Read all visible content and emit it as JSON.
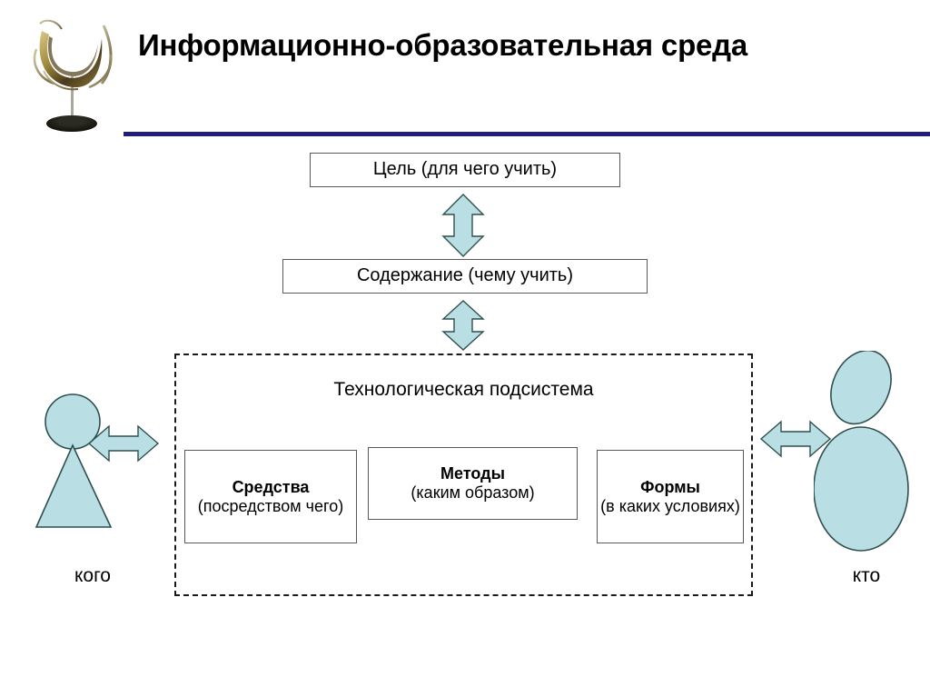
{
  "slide": {
    "title": "Информационно-образовательная среда",
    "accent_color": "#1f1f79",
    "shape_fill": "#b9dfe5",
    "shape_stroke": "#2f4f4f",
    "box_stroke": "#595959",
    "logo_alt": "decorative-sculpture-logo"
  },
  "diagram_data": {
    "type": "diagram",
    "title": "Информационно-образовательная среда",
    "nodes": [
      {
        "id": "goal",
        "label": "Цель (для чего учить)",
        "style": "solid-box"
      },
      {
        "id": "content",
        "label": "Содержание (чему учить)",
        "style": "solid-box"
      },
      {
        "id": "tech",
        "label": "Технологическая подсистема",
        "style": "dashed-container"
      },
      {
        "id": "means",
        "title": "Средства",
        "subtitle": "(посредством чего)",
        "style": "solid-box"
      },
      {
        "id": "methods",
        "title": "Методы",
        "subtitle": "(каким образом)",
        "style": "solid-box"
      },
      {
        "id": "forms",
        "title": "Формы",
        "subtitle": "(в каких условиях)",
        "style": "solid-box"
      },
      {
        "id": "learner",
        "label": "кого",
        "style": "person-triangle"
      },
      {
        "id": "teacher",
        "label": "кто",
        "style": "person-ellipse"
      }
    ],
    "edges": [
      {
        "from": "goal",
        "to": "content",
        "kind": "double-arrow",
        "direction": "vertical"
      },
      {
        "from": "content",
        "to": "tech",
        "kind": "double-arrow",
        "direction": "vertical"
      },
      {
        "from": "learner",
        "to": "tech",
        "kind": "double-arrow",
        "direction": "horizontal"
      },
      {
        "from": "tech",
        "to": "teacher",
        "kind": "double-arrow",
        "direction": "horizontal"
      }
    ]
  },
  "boxes": {
    "goal": {
      "label": "Цель (для чего учить)"
    },
    "content": {
      "label": "Содержание (чему учить)"
    },
    "tech": {
      "label": "Технологическая подсистема"
    },
    "means": {
      "title": "Средства",
      "subtitle": "(посредством чего)"
    },
    "methods": {
      "title": "Методы",
      "subtitle": "(каким образом)"
    },
    "forms": {
      "title": "Формы",
      "subtitle": "(в каких условиях)"
    }
  },
  "people": {
    "left": {
      "label": "кого"
    },
    "right": {
      "label": "кто"
    }
  }
}
